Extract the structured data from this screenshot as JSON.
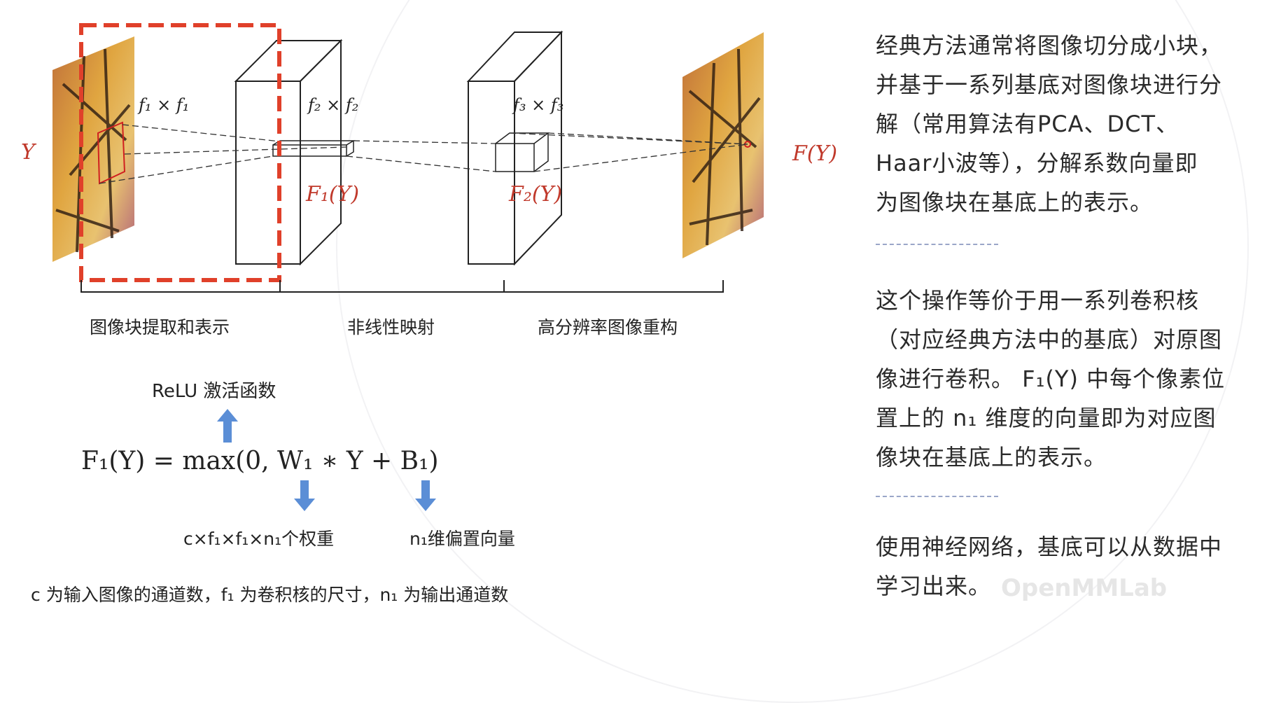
{
  "diagram": {
    "input_label": "Y",
    "output_label": "F(Y)",
    "kernel1": "f₁ × f₁",
    "kernel2": "f₂ × f₂",
    "kernel3": "f₃ × f₃",
    "feature1": "F₁(Y)",
    "feature2": "F₂(Y)",
    "stages": [
      "图像块提取和表示",
      "非线性映射",
      "高分辨率图像重构"
    ],
    "colors": {
      "highlight": "#e0402a",
      "math_red": "#c0392b",
      "arrow": "#5b8ed6"
    }
  },
  "formula": {
    "relu_label": "ReLU 激活函数",
    "equation": "F₁(Y) = max(0, W₁ ∗ Y + B₁)",
    "weights_label": "c×f₁×f₁×n₁个权重",
    "bias_label": "n₁维偏置向量",
    "footnote": "c 为输入图像的通道数，f₁ 为卷积核的尺寸，n₁ 为输出通道数"
  },
  "explanation": {
    "para1": [
      "经典方法通常将图像切分成小块，",
      "并基于一系列基底对图像块进行分",
      "解（常用算法有PCA、DCT、",
      "Haar小波等），分解系数向量即",
      "为图像块在基底上的表示。"
    ],
    "para2": [
      "这个操作等价于用一系列卷积核",
      "（对应经典方法中的基底）对原图",
      "像进行卷积。 F₁(Y) 中每个像素位",
      "置上的 n₁ 维度的向量即为对应图",
      "像块在基底上的表示。"
    ],
    "para3": [
      "使用神经网络，基底可以从数据中",
      "学习出来。"
    ]
  },
  "watermark": "OpenMMLab"
}
